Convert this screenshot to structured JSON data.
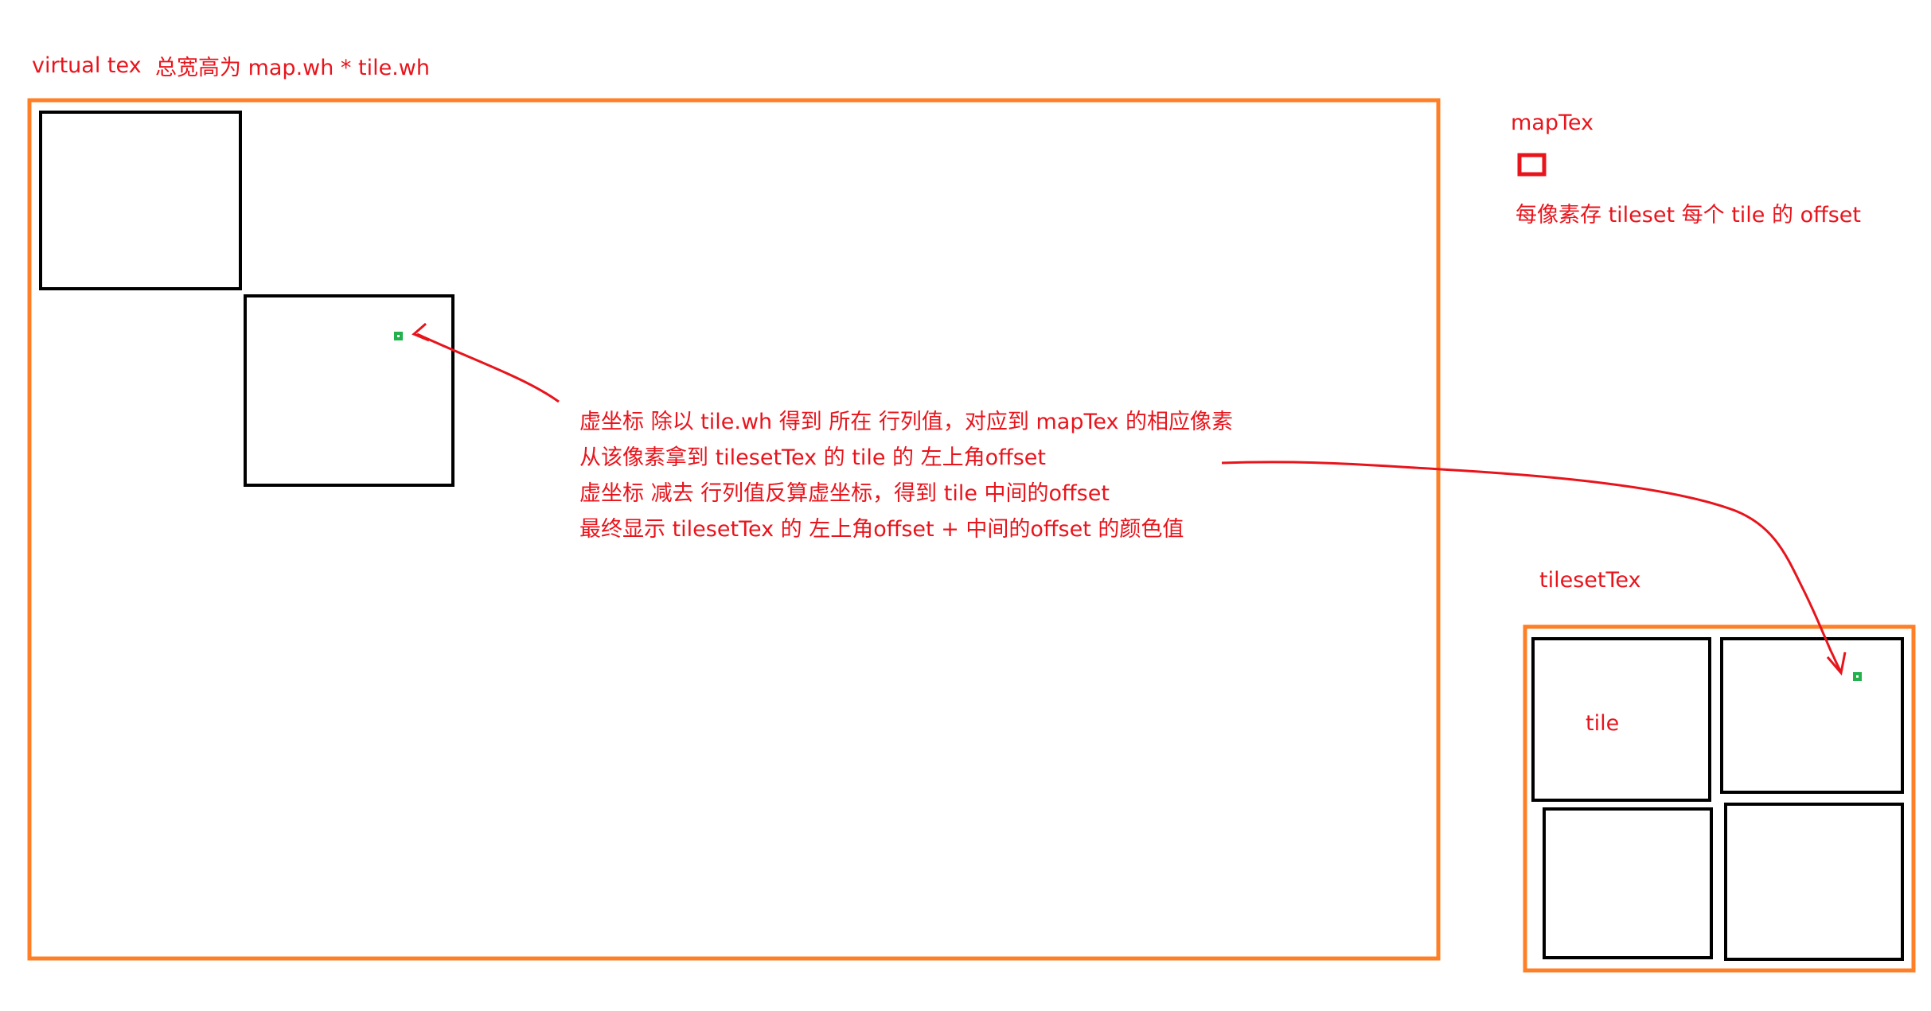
{
  "colors": {
    "frame": "#ff7f27",
    "tile_border": "#000000",
    "annotation": "#e8141c",
    "pixel_marker": "#22b14c"
  },
  "labels": {
    "virtual_tex": "virtual tex",
    "virtual_tex_size": "总宽高为 map.wh * tile.wh",
    "map_tex": "mapTex",
    "map_tex_desc": "每像素存 tileset 每个 tile 的 offset",
    "tileset_tex": "tilesetTex",
    "tile": "tile"
  },
  "explanation": [
    "虚坐标 除以 tile.wh 得到 所在 行列值，对应到 mapTex 的相应像素",
    "从该像素拿到 tilesetTex 的 tile 的 左上角offset",
    "虚坐标 减去 行列值反算虚坐标，得到 tile 中间的offset",
    "最终显示 tilesetTex 的 左上角offset + 中间的offset 的颜色值"
  ]
}
